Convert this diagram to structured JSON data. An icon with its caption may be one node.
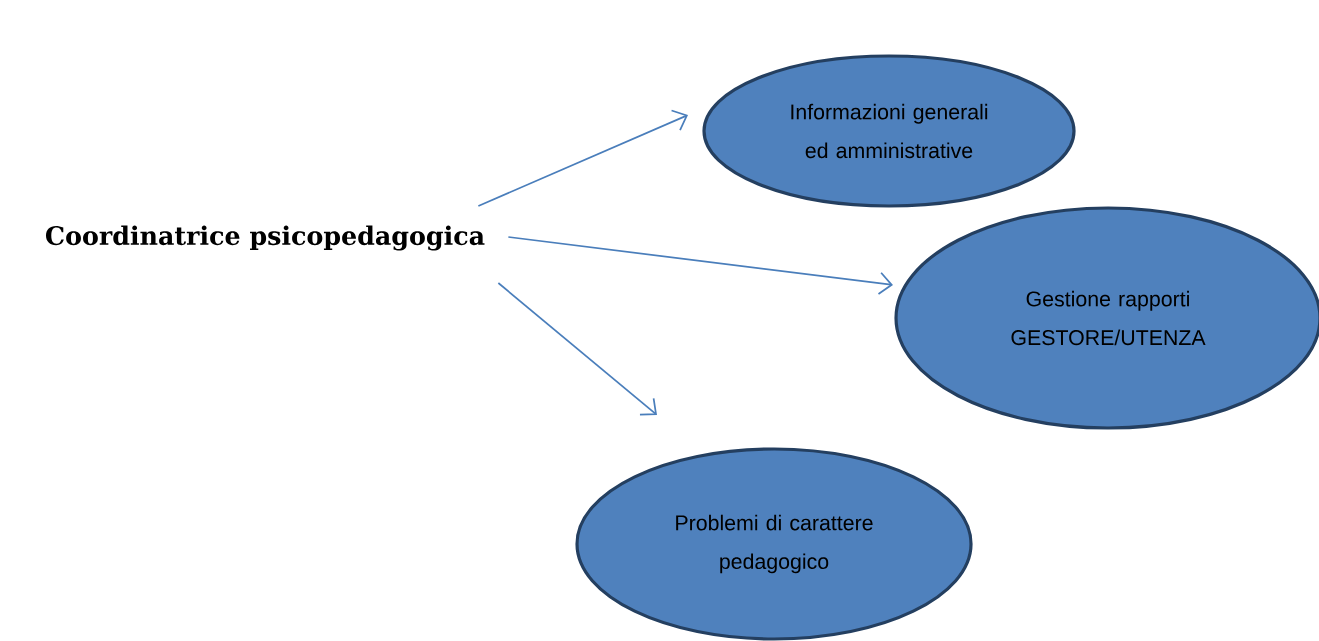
{
  "diagram": {
    "nodes": [
      {
        "text": [
          "Coordinatrice psicopedagogica"
        ]
      },
      {
        "text": [
          "Informazioni generali ed amministrative"
        ]
      },
      {
        "text": [
          "Gestione rapporti GESTORE/UTENZA"
        ]
      },
      {
        "text": [
          "Problemi di carattere pedagogico"
        ]
      }
    ],
    "edges": [
      {
        "from": 0,
        "to": 1,
        "arrow": "to"
      },
      {
        "from": 0,
        "to": 2,
        "arrow": "to"
      },
      {
        "from": 0,
        "to": 3,
        "arrow": "to"
      }
    ]
  }
}
